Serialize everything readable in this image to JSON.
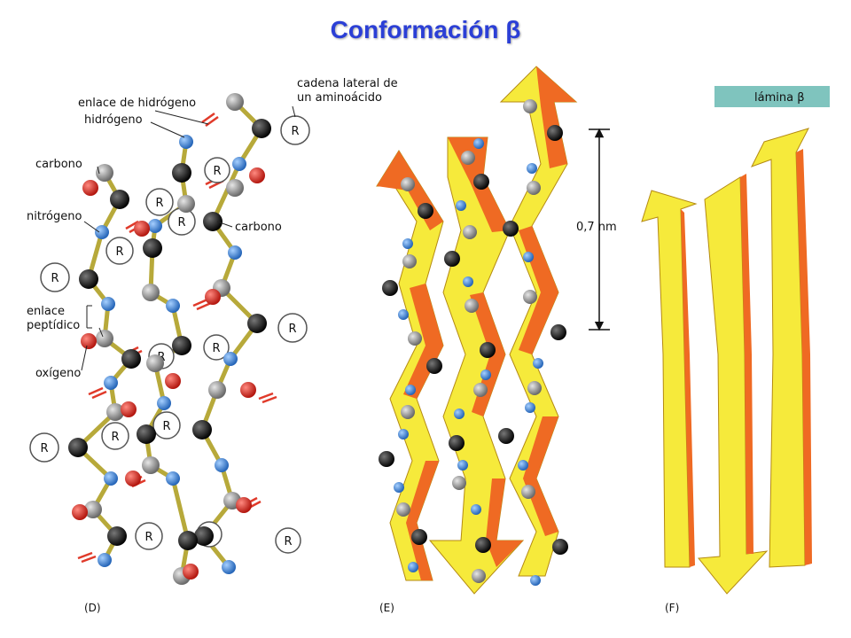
{
  "title": "Conformación β",
  "panel_d": {
    "label": "(D)",
    "labels": {
      "side_chain": [
        "cadena lateral de",
        "un aminoácido"
      ],
      "hbond": "enlace de hidrógeno",
      "hydrogen": "hidrógeno",
      "carbon_left": "carbono",
      "nitrogen": "nitrógeno",
      "carbon_right": "carbono",
      "peptide_bond": [
        "enlace",
        "peptídico"
      ],
      "oxygen": "oxígeno"
    },
    "r_label": "R"
  },
  "panel_e": {
    "label": "(E)",
    "distance": "0,7 nm"
  },
  "panel_f": {
    "label": "(F)",
    "header": "lámina β"
  },
  "colors": {
    "title": "#2b3fd6",
    "carbon_black": "#111111",
    "carbon_grey": "#7d7d7d",
    "nitrogen": "#3b7fd0",
    "oxygen": "#d42a1d",
    "strand_yellow": "#f6ea3b",
    "strand_orange": "#ef6a23",
    "header_teal": "#7fc4be"
  }
}
